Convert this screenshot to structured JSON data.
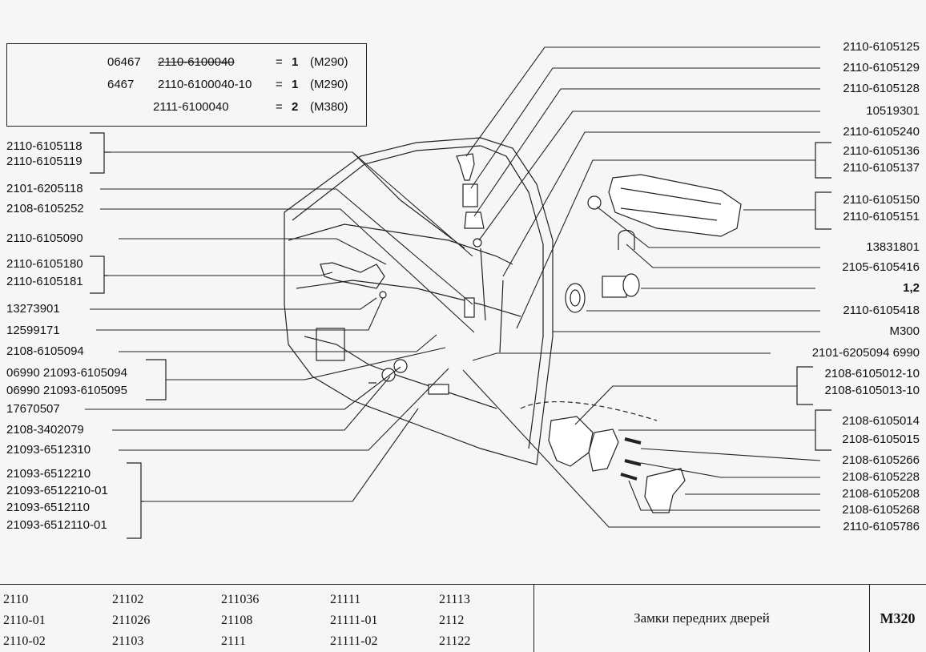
{
  "kit": {
    "rows": [
      {
        "code": "06467",
        "part": "2110-6100040",
        "eq": "=",
        "qty": "1",
        "model": "(M290)"
      },
      {
        "code": "6467",
        "part": "2110-6100040-10",
        "eq": "=",
        "qty": "1",
        "model": "(M290)"
      },
      {
        "code": "",
        "part": "2111-6100040",
        "eq": "=",
        "qty": "2",
        "model": "(M380)"
      }
    ]
  },
  "left_labels": [
    "2110-6105118",
    "2110-6105119",
    "2101-6205118",
    "2108-6105252",
    "2110-6105090",
    "2110-6105180",
    "2110-6105181",
    "13273901",
    "12599171",
    "2108-6105094",
    "06990 21093-6105094",
    "06990 21093-6105095",
    "17670507",
    "2108-3402079",
    "21093-6512310",
    "21093-6512210",
    "21093-6512210-01",
    "21093-6512110",
    "21093-6512110-01"
  ],
  "right_labels": [
    "2110-6105125",
    "2110-6105129",
    "2110-6105128",
    "10519301",
    "2110-6105240",
    "2110-6105136",
    "2110-6105137",
    "2110-6105150",
    "2110-6105151",
    "13831801",
    "2105-6105416",
    "1,2",
    "2110-6105418",
    "M300",
    "2101-6205094 6990",
    "2108-6105012-10",
    "2108-6105013-10",
    "2108-6105014",
    "2108-6105015",
    "2108-6105266",
    "2108-6105228",
    "2108-6105208",
    "2108-6105268",
    "2110-6105786"
  ],
  "footer": {
    "models": [
      [
        "2110",
        "21102",
        "211036",
        "21111",
        "21113"
      ],
      [
        "2110-01",
        "211026",
        "21108",
        "21111-01",
        "2112"
      ],
      [
        "2110-02",
        "21103",
        "2111",
        "21111-02",
        "21122"
      ]
    ],
    "title": "Замки передних дверей",
    "code": "M320"
  }
}
